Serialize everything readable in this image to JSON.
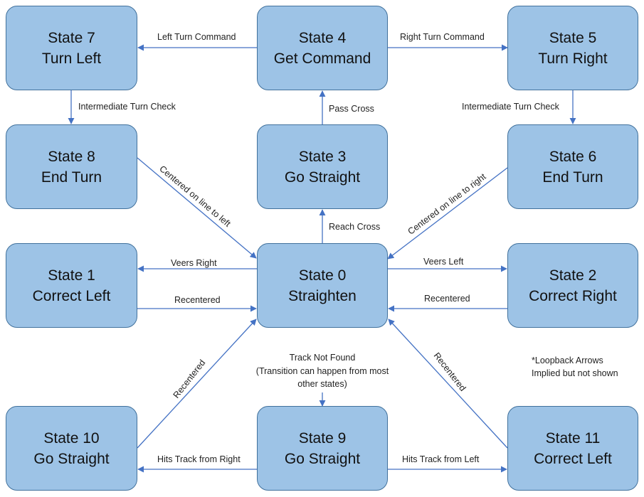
{
  "states": {
    "s7": {
      "title": "State 7",
      "name": "Turn Left"
    },
    "s4": {
      "title": "State 4",
      "name": "Get Command"
    },
    "s5": {
      "title": "State 5",
      "name": "Turn Right"
    },
    "s8": {
      "title": "State 8",
      "name": "End Turn"
    },
    "s3": {
      "title": "State 3",
      "name": "Go Straight"
    },
    "s6": {
      "title": "State 6",
      "name": "End Turn"
    },
    "s1": {
      "title": "State 1",
      "name": "Correct Left"
    },
    "s0": {
      "title": "State 0",
      "name": "Straighten"
    },
    "s2": {
      "title": "State 2",
      "name": "Correct Right"
    },
    "s10": {
      "title": "State 10",
      "name": "Go Straight"
    },
    "s9": {
      "title": "State 9",
      "name": "Go Straight"
    },
    "s11": {
      "title": "State 11",
      "name": "Correct Left"
    }
  },
  "transitions": {
    "left_turn_command": "Left Turn Command",
    "right_turn_command": "Right Turn Command",
    "intermediate_turn_check_left": "Intermediate Turn Check",
    "intermediate_turn_check_right": "Intermediate Turn Check",
    "pass_cross": "Pass Cross",
    "reach_cross": "Reach Cross",
    "centered_left": "Centered on line to left",
    "centered_right": "Centered on line to right",
    "veers_right": "Veers Right",
    "veers_left": "Veers Left",
    "recentered_from_1": "Recentered",
    "recentered_from_2": "Recentered",
    "recentered_from_10": "Recentered",
    "recentered_from_11": "Recentered",
    "track_not_found_1": "Track Not Found",
    "track_not_found_2": "(Transition can happen from most",
    "track_not_found_3": "other states)",
    "hits_track_right": "Hits Track from Right",
    "hits_track_left": "Hits Track from Left"
  },
  "note": {
    "line1": "*Loopback Arrows",
    "line2": "Implied but not shown"
  },
  "colors": {
    "box_fill": "#9dc3e6",
    "box_border": "#41719c",
    "arrow": "#4472c4"
  }
}
